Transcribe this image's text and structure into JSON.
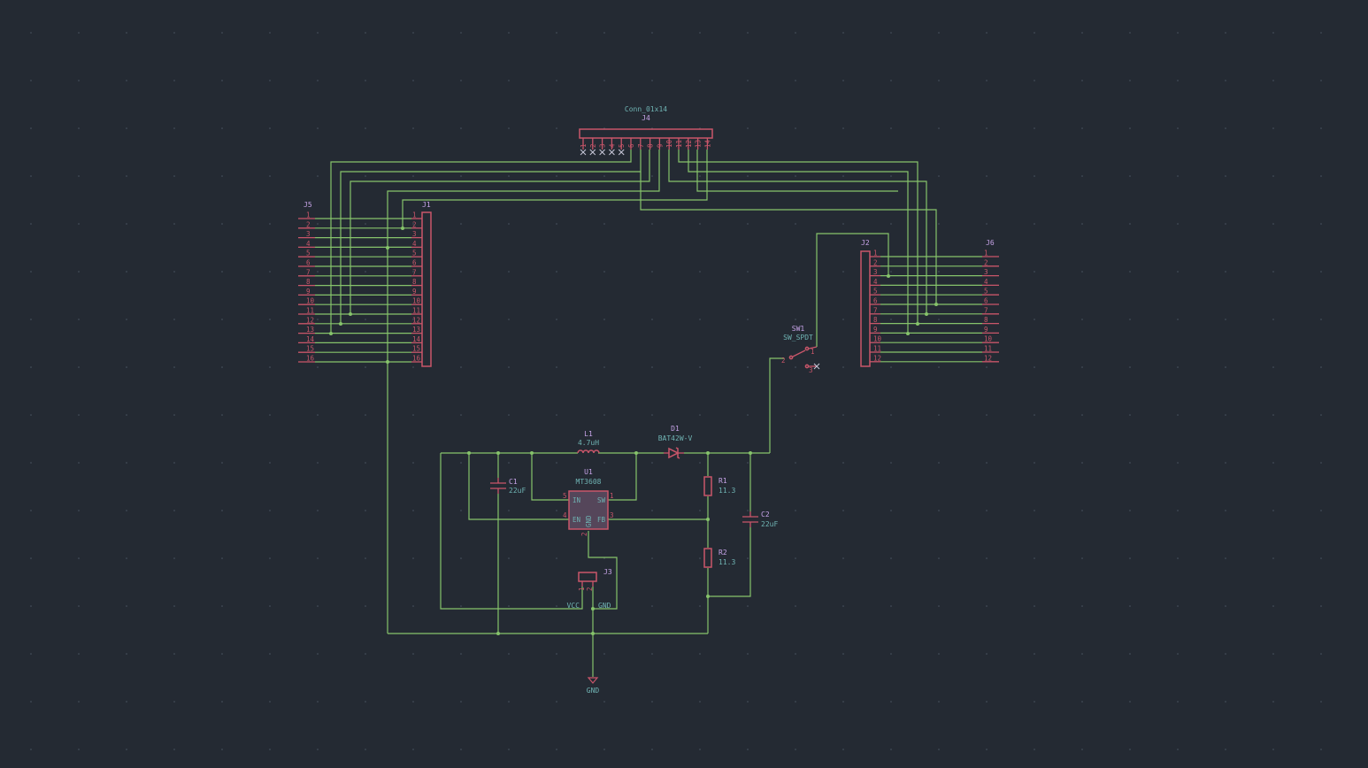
{
  "schematic": {
    "components": {
      "J4": {
        "ref": "J4",
        "value": "Conn_01x14",
        "pins": [
          "1",
          "2",
          "3",
          "4",
          "5",
          "6",
          "7",
          "8",
          "9",
          "10",
          "11",
          "12",
          "13",
          "14"
        ]
      },
      "J1": {
        "ref": "J1",
        "pins": [
          "1",
          "2",
          "3",
          "4",
          "5",
          "6",
          "7",
          "8",
          "9",
          "10",
          "11",
          "12",
          "13",
          "14",
          "15",
          "16"
        ]
      },
      "J5": {
        "ref": "J5",
        "pins": [
          "1",
          "2",
          "3",
          "4",
          "5",
          "6",
          "7",
          "8",
          "9",
          "10",
          "11",
          "12",
          "13",
          "14",
          "15",
          "16"
        ]
      },
      "J2": {
        "ref": "J2",
        "pins": [
          "1",
          "2",
          "3",
          "4",
          "5",
          "6",
          "7",
          "8",
          "9",
          "10",
          "11",
          "12"
        ]
      },
      "J6": {
        "ref": "J6",
        "pins": [
          "1",
          "2",
          "3",
          "4",
          "5",
          "6",
          "7",
          "8",
          "9",
          "10",
          "11",
          "12"
        ]
      },
      "SW1": {
        "ref": "SW1",
        "value": "SW_SPDT",
        "pins": [
          "1",
          "2",
          "3"
        ]
      },
      "L1": {
        "ref": "L1",
        "value": "4.7uH"
      },
      "D1": {
        "ref": "D1",
        "value": "BAT42W-V"
      },
      "U1": {
        "ref": "U1",
        "value": "MT3608",
        "pins": {
          "in": "IN",
          "sw": "SW",
          "en": "EN",
          "fb": "FB",
          "gnd": "GND"
        },
        "pin_numbers": [
          "5",
          "1",
          "4",
          "3",
          "2"
        ]
      },
      "C1": {
        "ref": "C1",
        "value": "22uF"
      },
      "C2": {
        "ref": "C2",
        "value": "22uF"
      },
      "R1": {
        "ref": "R1",
        "value": "11.3"
      },
      "R2": {
        "ref": "R2",
        "value": "11.3"
      },
      "J3": {
        "ref": "J3",
        "pins": [
          "1",
          "2"
        ]
      }
    },
    "net_labels": {
      "vcc": "VCC",
      "gnd": "GND"
    },
    "power_symbol": "GND"
  }
}
